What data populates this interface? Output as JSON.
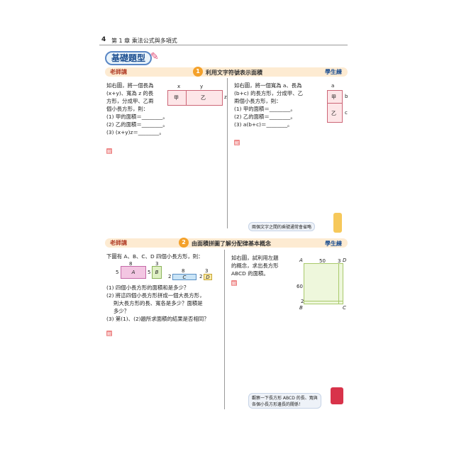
{
  "header": {
    "page_number": "4",
    "chapter": "第 1 章 乘法公式與多項式"
  },
  "section_badge": "基礎題型",
  "example1": {
    "teacher_tag": "老師講",
    "student_tag": "學生練",
    "number": "1",
    "title": "利用文字符號表示面積",
    "left_text": [
      "如右圖，將一個長為",
      "(x+y)、寬為 z 的長",
      "方形，分成甲、乙兩",
      "個小長方形，則："
    ],
    "left_q": [
      "(1) 甲的面積＝________。",
      "(2) 乙的面積＝________。",
      "(3) (x+y)z＝________。"
    ],
    "right_text": [
      "如右圖，將一個寬為 a、長為",
      "(b+c) 的長方形，分成甲、乙",
      "兩個小長方形，則："
    ],
    "right_q": [
      "(1) 甲的面積＝________。",
      "(2) 乙的面積＝________。",
      "(3) a(b+c)＝________。"
    ],
    "fig_left": {
      "x": "x",
      "y": "y",
      "z": "z",
      "a": "甲",
      "b": "乙"
    },
    "fig_right": {
      "a": "a",
      "b": "b",
      "c": "c",
      "p": "甲",
      "q": "乙"
    },
    "ans": "解",
    "note": "兩個文字之間的乘號通常會省略"
  },
  "example2": {
    "teacher_tag": "老師講",
    "student_tag": "學生練",
    "number": "2",
    "title": "由面積拼圖了解分配律基本概念",
    "intro": "下圖有 A、B、C、D 四個小長方形，則：",
    "rects": [
      {
        "label": "A",
        "w": "8",
        "h": "5"
      },
      {
        "label": "B",
        "w": "3",
        "h": "5"
      },
      {
        "label": "C",
        "w": "8",
        "h": "2"
      },
      {
        "label": "D",
        "w": "3",
        "h": "2"
      }
    ],
    "questions": [
      "(1) 四個小長方形的面積和是多少？",
      "(2) 將這四個小長方形拼成一個大長方形，",
      "則大長方形的長、寬各是多少？面積是",
      "多少？",
      "(3) 第(1)、(2)題所求面積的結果是否相同？"
    ],
    "right_text": [
      "如右圖，試利用左題",
      "的概念，求出長方形",
      "ABCD 的面積。"
    ],
    "fig": {
      "top": "50",
      "top2": "3",
      "side": "60",
      "side2": "2",
      "A": "A",
      "B": "B",
      "C": "C",
      "D": "D"
    },
    "ans": "解",
    "note": [
      "觀察一下長方形 ABCD 的長、寬與",
      "各個小長方形邊長的關係！"
    ]
  }
}
